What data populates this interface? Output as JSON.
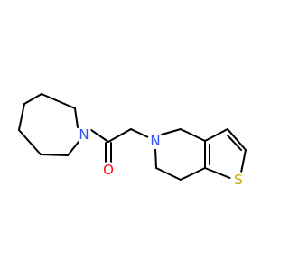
{
  "molecule": {
    "colors": {
      "bond": "#000000",
      "carbon": "#000000",
      "nitrogen": "#3050F8",
      "oxygen": "#FF0D0D",
      "sulfur": "#C6A700"
    },
    "atoms": [
      {
        "id": "n_azepane",
        "element": "N",
        "label": "N"
      },
      {
        "id": "o_carbonyl",
        "element": "O",
        "label": "O"
      },
      {
        "id": "n_ring",
        "element": "N",
        "label": "N"
      },
      {
        "id": "s_thiophene",
        "element": "S",
        "label": "S"
      }
    ]
  }
}
